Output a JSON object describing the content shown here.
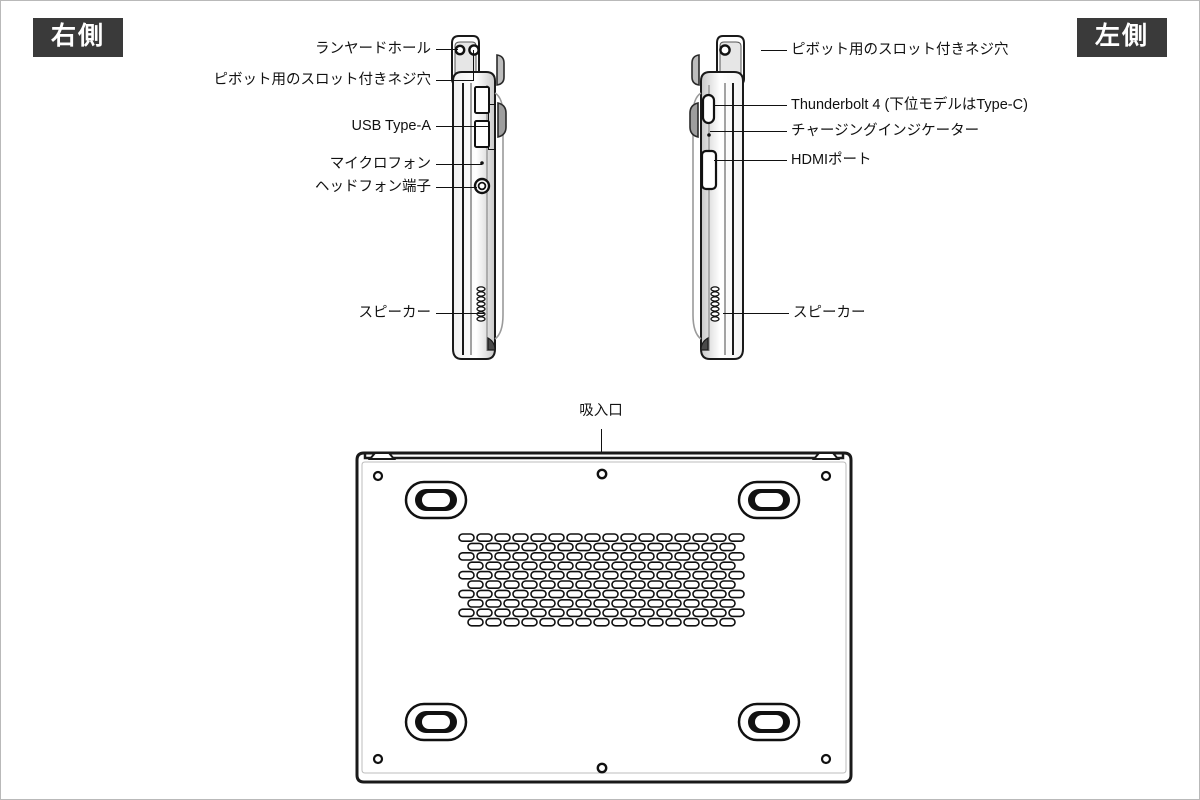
{
  "page": {
    "background": "#ffffff",
    "border_color": "#b9b9b9",
    "ink_color": "#111111",
    "badge_bg": "#3a3a3a",
    "badge_fg": "#ffffff"
  },
  "badges": {
    "right_side": "右側",
    "left_side": "左側"
  },
  "right_side_view": {
    "callouts": [
      {
        "label": "ランヤードホール",
        "key": "lanyard-hole"
      },
      {
        "label": "ピボット用のスロット付きネジ穴",
        "key": "pivot-slotted-screw-hole"
      },
      {
        "label": "USB Type-A",
        "key": "usb-type-a"
      },
      {
        "label": "マイクロフォン",
        "key": "microphone"
      },
      {
        "label": "ヘッドフォン端子",
        "key": "headphone-jack"
      },
      {
        "label": "スピーカー",
        "key": "speaker"
      }
    ]
  },
  "left_side_view": {
    "callouts": [
      {
        "label": "ピボット用のスロット付きネジ穴",
        "key": "pivot-slotted-screw-hole"
      },
      {
        "label": "Thunderbolt 4 (下位モデルはType-C)",
        "key": "thunderbolt-4"
      },
      {
        "label": "チャージングインジケーター",
        "key": "charging-indicator"
      },
      {
        "label": "HDMIポート",
        "key": "hdmi-port"
      },
      {
        "label": "スピーカー",
        "key": "speaker"
      }
    ]
  },
  "bottom_view": {
    "callouts": [
      {
        "label": "吸入口",
        "key": "air-intake"
      }
    ]
  }
}
